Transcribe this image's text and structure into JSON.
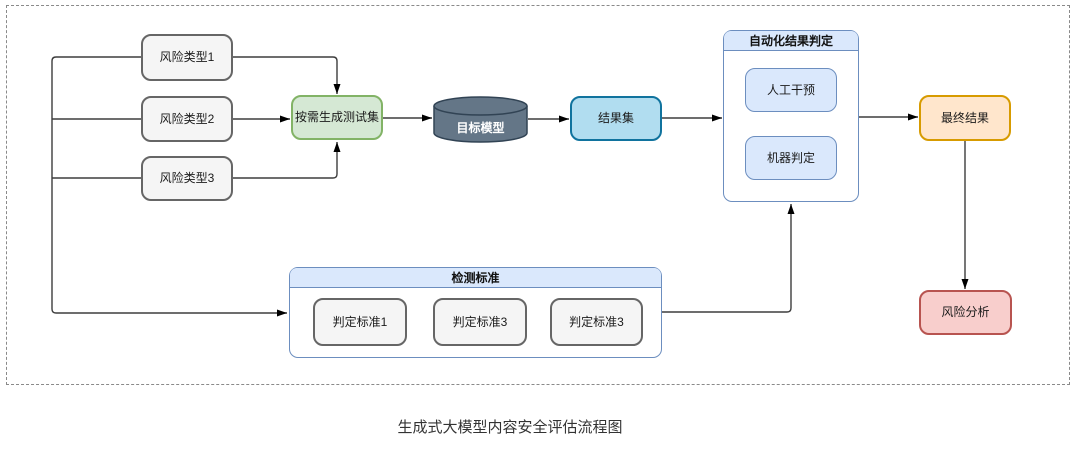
{
  "caption": "生成式大模型内容安全评估流程图",
  "nodes": {
    "risk_type_1": "风险类型1",
    "risk_type_2": "风险类型2",
    "risk_type_3": "风险类型3",
    "generate_testset": "按需生成测试集",
    "target_model": "目标模型",
    "result_set": "结果集",
    "final_result": "最终结果",
    "risk_analysis": "风险分析"
  },
  "groups": {
    "auto_judgement": {
      "title": "自动化结果判定",
      "items": {
        "manual_intervention": "人工干预",
        "machine_judgement": "机器判定"
      }
    },
    "detection_standard": {
      "title": "检测标准",
      "items": {
        "standard_1": "判定标准1",
        "standard_2": "判定标准3",
        "standard_3": "判定标准3"
      }
    }
  },
  "colors": {
    "gray_fill": "#F5F5F5",
    "gray_border": "#666666",
    "green_fill": "#D5E8D4",
    "green_border": "#82B366",
    "cylinder_fill": "#647687",
    "cylinder_border": "#314354",
    "resultset_fill": "#B1DDF0",
    "resultset_border": "#10739E",
    "container_header_fill": "#DAE8FC",
    "container_border": "#6C8EBF",
    "orange_fill": "#FFE6CC",
    "orange_border": "#D79B00",
    "red_fill": "#F8CECC",
    "red_border": "#B85450",
    "connector": "#3d3d3d"
  }
}
